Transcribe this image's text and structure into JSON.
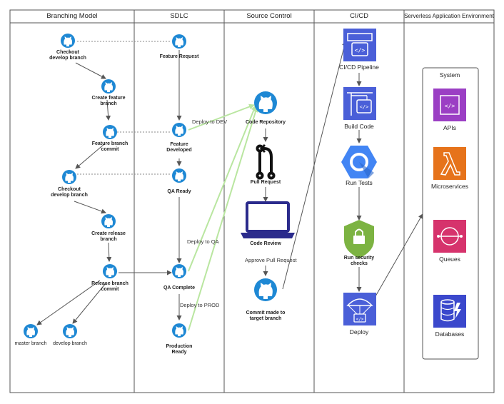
{
  "lanes": [
    {
      "title": "Branching Model"
    },
    {
      "title": "SDLC"
    },
    {
      "title": "Source Control"
    },
    {
      "title": "CI/CD"
    },
    {
      "title": "Serverless Application Environment"
    }
  ],
  "branching": {
    "checkout_develop_1": "Checkout develop branch",
    "create_feature": "Create feature branch",
    "feature_commit": "Feature branch commit",
    "checkout_develop_2": "Checkout develop branch",
    "create_release": "Create release branch",
    "release_commit": "Release branch commit",
    "master_branch": "master branch",
    "develop_branch": "develop branch"
  },
  "sdlc": {
    "feature_request": "Feature Request",
    "feature_developed": "Feature Developed",
    "qa_ready": "QA Ready",
    "qa_complete": "QA Complete",
    "production_ready": "Production Ready"
  },
  "source_control": {
    "code_repository": "Code Repository",
    "pull_request": "Pull Request",
    "code_review": "Code Review",
    "approve_pull_request": "Approve Pull Request",
    "commit_target": "Commit made to target branch"
  },
  "cicd": {
    "pipeline": "CI/CD Pipeline",
    "build_code": "Build Code",
    "run_tests": "Run Tests",
    "security_checks": "Run security checks",
    "deploy": "Deploy"
  },
  "deploy_edges": {
    "dev": "Deploy to DEV",
    "qa": "Deploy to QA",
    "prod": "Deploy to PROD"
  },
  "system": {
    "title": "System",
    "apis": "APIs",
    "microservices": "Microservices",
    "queues": "Queues",
    "databases": "Databases"
  },
  "colors": {
    "github_blue": "#1e88d4",
    "pipeline_blue": "#4a5fd8",
    "gcp_blue": "#4285f4",
    "security_green": "#7cb342",
    "aws_purple": "#9b3fc4",
    "aws_orange": "#e6731b",
    "aws_pink": "#d6336c",
    "aws_db_blue": "#3b48cc",
    "deploy_line": "#b9e6a0"
  }
}
